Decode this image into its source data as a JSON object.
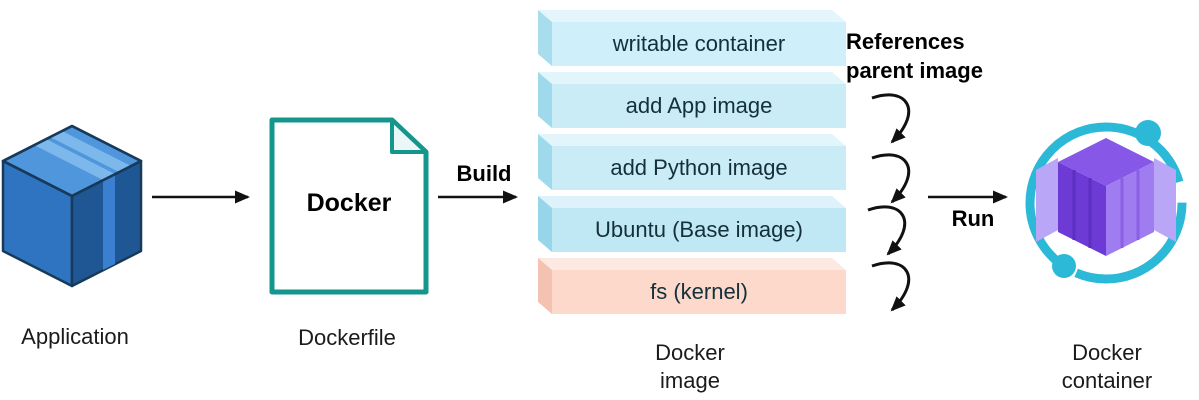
{
  "title": "Docker build and run flow diagram",
  "nodes": {
    "application": {
      "label": "Application"
    },
    "dockerfile": {
      "label": "Dockerfile",
      "content": "Docker"
    },
    "docker_image": {
      "label_line1": "Docker",
      "label_line2": "image"
    },
    "docker_container": {
      "label_line1": "Docker",
      "label_line2": "container"
    }
  },
  "edges": {
    "build": {
      "label": "Build"
    },
    "run": {
      "label": "Run"
    },
    "references": {
      "line1": "References",
      "line2": "parent image"
    }
  },
  "image_layers": [
    {
      "label": "writable container"
    },
    {
      "label": "add App image"
    },
    {
      "label": "add Python image"
    },
    {
      "label": "Ubuntu (Base image)"
    },
    {
      "label": "fs (kernel)"
    }
  ],
  "colors": {
    "teal_outline": "#14968c",
    "arrow_black": "#111111",
    "layer_blue_front": "#c9ecf7",
    "layer_blue_top": "#e2f5fb",
    "layer_blue_side": "#9fd9ec",
    "layer_pink_front": "#fcd9cb",
    "layer_pink_top": "#fde9e1",
    "layer_pink_side": "#f3c2b0",
    "app_box_blue_left": "#2f74c0",
    "app_box_blue_right": "#1f5795",
    "app_box_blue_top": "#4f96dd",
    "container_purple": "#6d3ad6",
    "container_purple_light": "#b9a6f6",
    "container_cyan": "#2cb9d8"
  }
}
